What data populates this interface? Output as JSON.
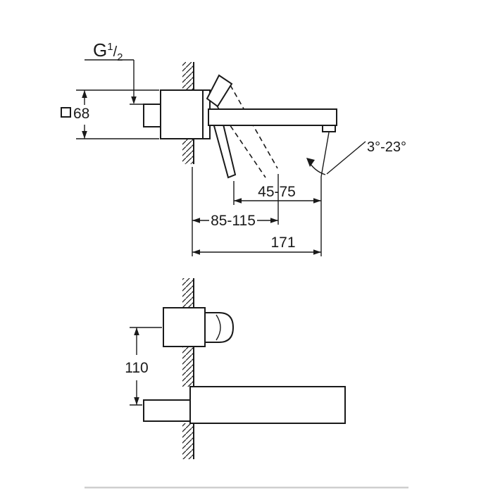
{
  "drawing": {
    "kind": "faucet installation dimension drawing",
    "views": {
      "top": "side view",
      "bottom": "front view"
    }
  },
  "dimensions": {
    "thread_size": {
      "prefix": "G",
      "numerator": "1",
      "slash": "/",
      "denominator": "2"
    },
    "escutcheon_square": {
      "symbol": "□",
      "value": "68"
    },
    "spout_angle_range": "3°-23°",
    "range_45_75": "45-75",
    "range_85_115": "85-115",
    "spout_projection": "171",
    "vertical_center_distance": "110"
  },
  "colors": {
    "background": "#ffffff",
    "line": "#1a1a1a",
    "bottom_rule": "#cfcfcf"
  }
}
